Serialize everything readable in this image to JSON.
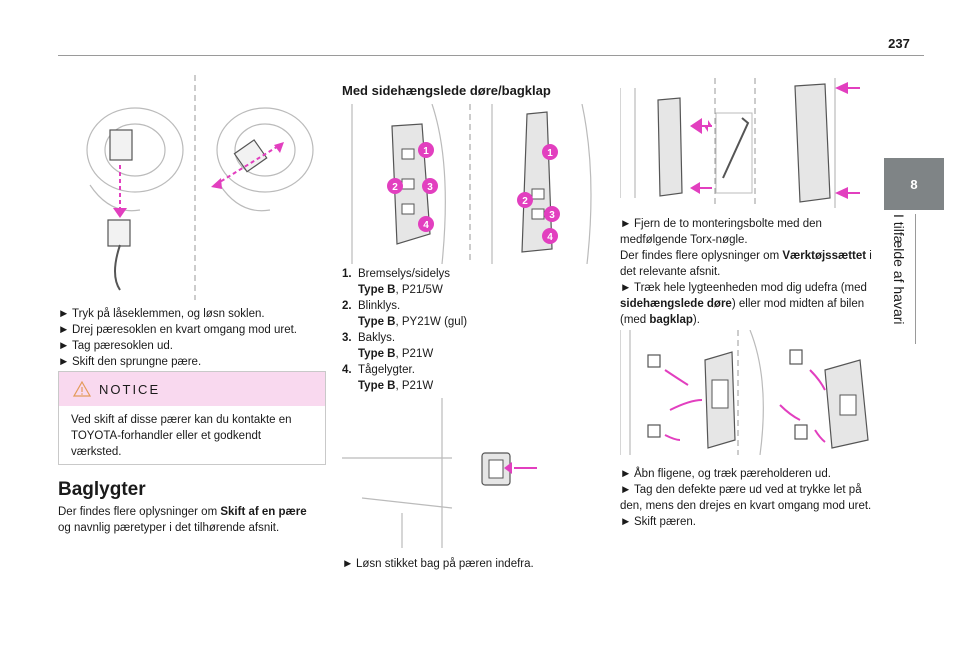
{
  "page": {
    "number": "237"
  },
  "side_tab": {
    "chapter": "8",
    "label": "I tilfælde af havari"
  },
  "col1": {
    "steps": [
      "Tryk på låseklemmen, og løsn soklen.",
      "Drej pæresoklen en kvart omgang mod uret.",
      "Tag pæresoklen ud.",
      "Skift den sprungne pære."
    ],
    "notice": {
      "title": "NOTICE",
      "text": "Ved skift af disse pærer kan du kontakte en TOYOTA-forhandler eller et godkendt værksted."
    },
    "section_title": "Baglygter",
    "intro_pre": "Der findes flere oplysninger om ",
    "intro_bold": "Skift af en pære",
    "intro_post": "og navnlig pæretyper i det tilhørende afsnit."
  },
  "col2": {
    "title": "Med sidehængslede døre/bagklap",
    "callouts": [
      "1",
      "2",
      "3",
      "4"
    ],
    "bulbs": [
      {
        "num": "1.",
        "name": "Bremselys/sidelys",
        "type_label": "Type B",
        "type_rest": ", P21/5W"
      },
      {
        "num": "2.",
        "name": "Blinklys.",
        "type_label": "Type B",
        "type_rest": ", PY21W (gul)"
      },
      {
        "num": "3.",
        "name": "Baklys.",
        "type_label": "Type B",
        "type_rest": ", P21W"
      },
      {
        "num": "4.",
        "name": "Tågelygter.",
        "type_label": "Type B",
        "type_rest": ", P21W"
      }
    ],
    "step": "Løsn stikket bag på pæren indefra."
  },
  "col3": {
    "p1": "Fjern de to monteringsbolte med den medfølgende Torx-nøgle.",
    "p2_pre": "Der findes flere oplysninger om ",
    "p2_bold": "Værktøjssættet",
    "p2_post": "i det relevante afsnit.",
    "p3_pre": "Træk hele lygteenheden mod dig udefra (med ",
    "p3_bold1": "sidehængslede døre",
    "p3_mid": ") eller mod midten af bilen (med ",
    "p3_bold2": "bagklap",
    "p3_post": ").",
    "steps": [
      "Åbn fligene, og træk pæreholderen ud.",
      "Tag den defekte pære ud ved at trykke let på den, mens den drejes en kvart omgang mod uret.",
      "Skift pæren."
    ]
  },
  "bullet_glyph": "►",
  "colors": {
    "accent": "#e23fbf",
    "tab": "#7f8486",
    "notice_bg": "#f9d9ef"
  }
}
